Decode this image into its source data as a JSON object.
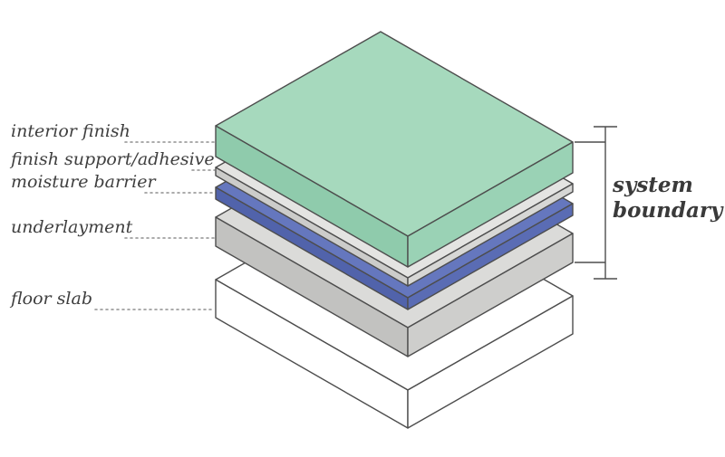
{
  "layers": [
    {
      "label": "interior finish",
      "colors": {
        "top": "#A6D9BD",
        "left": "#8FCBAC",
        "right": "#9AD2B5"
      }
    },
    {
      "label": "finish support/adhesive",
      "colors": {
        "top": "#E4E4E2",
        "left": "#CCCCCA",
        "right": "#D7D7D5"
      }
    },
    {
      "label": "moisture barrier",
      "colors": {
        "top": "#6577BE",
        "left": "#5163AB",
        "right": "#5A6CB4"
      }
    },
    {
      "label": "underlayment",
      "colors": {
        "top": "#DBDBD9",
        "left": "#C2C2C0",
        "right": "#CECECC"
      }
    },
    {
      "label": "floor slab",
      "colors": {
        "top": "#FFFFFF",
        "left": "#FFFFFF",
        "right": "#FFFFFF"
      }
    }
  ],
  "annotation": {
    "line1": "system",
    "line2": "boundary"
  },
  "style_colors": {
    "outline": "#4d4d4d",
    "leader": "#8f8f8f",
    "label_text": "#3f3f3f"
  }
}
